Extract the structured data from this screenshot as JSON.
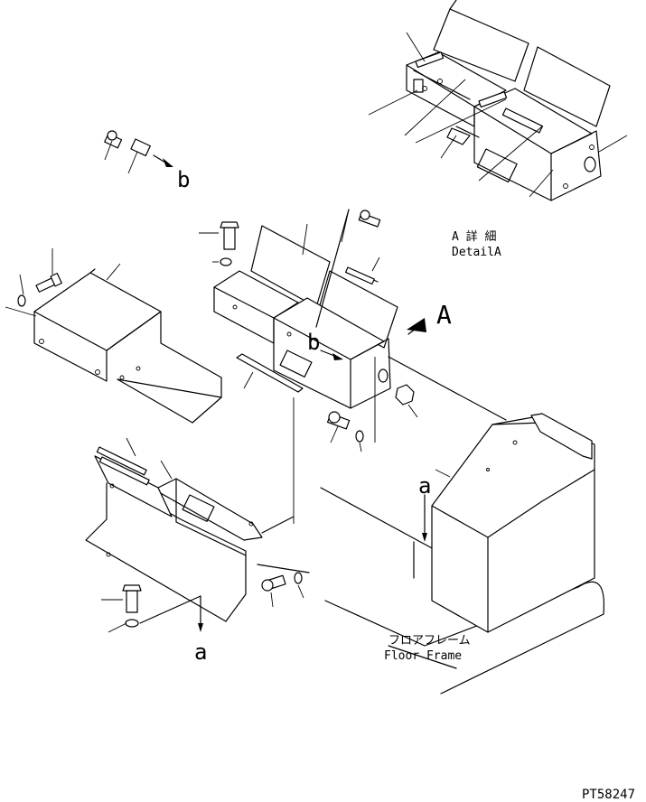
{
  "callouts": {
    "view_a": "A",
    "view_b": "b",
    "b_top": "b",
    "a_left": "a",
    "a_right": "a"
  },
  "detail": {
    "jp": "A 詳 細",
    "en": "DetailA"
  },
  "floor_frame": {
    "jp": "フロアフレーム",
    "en": "Floor Frame"
  },
  "part_code": "PT58247"
}
